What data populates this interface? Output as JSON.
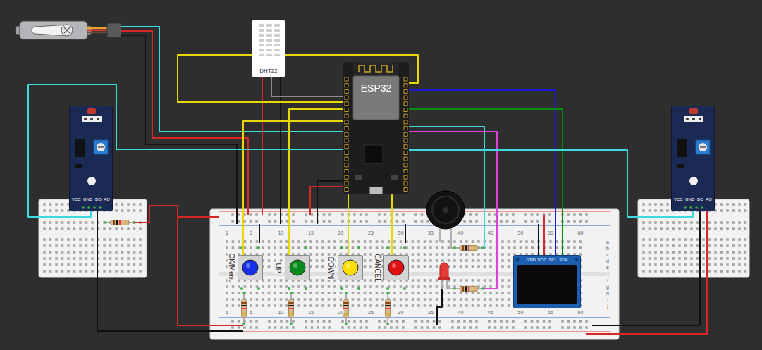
{
  "diagram": {
    "nodes": [
      {
        "text": [
          "DHT22"
        ]
      },
      {
        "text": [
          "ESP32"
        ]
      },
      {
        "text": [
          "VCC",
          "GND",
          "DO",
          "AO"
        ]
      },
      {
        "text": [
          "VCC",
          "GND",
          "DO",
          "AO"
        ]
      },
      {
        "text": [
          "OK/Menu"
        ]
      },
      {
        "text": [
          "UP"
        ]
      },
      {
        "text": [
          "DOWN"
        ]
      },
      {
        "text": [
          "CANCEL"
        ]
      },
      {
        "text": [
          "GND",
          "VCC",
          "SCL",
          "SDA"
        ]
      }
    ],
    "edges": [
      {
        "from": 0,
        "to": 1,
        "arrow": "none"
      },
      {
        "from": 1,
        "to": 4,
        "arrow": "none"
      },
      {
        "from": 1,
        "to": 5,
        "arrow": "none"
      },
      {
        "from": 1,
        "to": 6,
        "arrow": "none"
      },
      {
        "from": 1,
        "to": 7,
        "arrow": "none"
      },
      {
        "from": 1,
        "to": 8,
        "arrow": "none"
      },
      {
        "from": 1,
        "to": 8,
        "arrow": "none"
      },
      {
        "from": 1,
        "to": 2,
        "arrow": "none"
      },
      {
        "from": 1,
        "to": 3,
        "arrow": "none"
      }
    ],
    "labels": [
      "1",
      "5",
      "10",
      "15",
      "20",
      "25",
      "30",
      "35",
      "40",
      "45",
      "50",
      "55",
      "60",
      "1",
      "5",
      "10",
      "15",
      "20",
      "25",
      "30",
      "35",
      "40",
      "45",
      "50",
      "55",
      "60",
      "a",
      "b",
      "c",
      "d",
      "e",
      "f",
      "g",
      "h",
      "i",
      "j"
    ]
  }
}
